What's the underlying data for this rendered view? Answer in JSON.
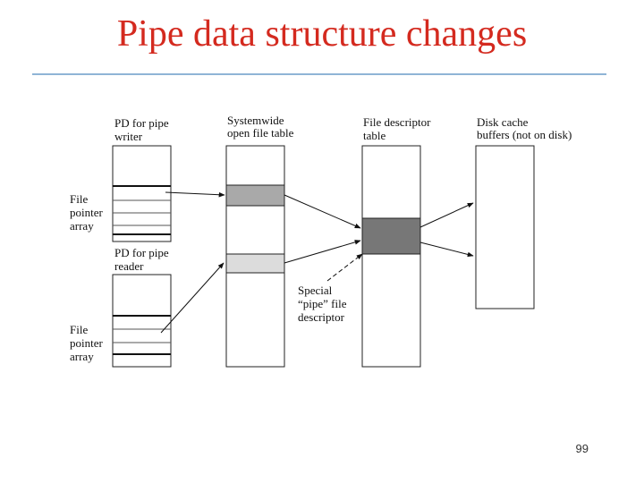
{
  "slide": {
    "title": "Pipe data structure changes",
    "page_number": "99"
  },
  "diagram": {
    "labels": {
      "pd_writer": [
        "PD for pipe",
        "writer"
      ],
      "pd_reader": [
        "PD for pipe",
        "reader"
      ],
      "file_pointer_array_top": [
        "File",
        "pointer",
        "array"
      ],
      "file_pointer_array_bottom": [
        "File",
        "pointer",
        "array"
      ],
      "systemwide_table": [
        "Systemwide",
        "open file table"
      ],
      "file_descriptor_table": [
        "File descriptor",
        "table"
      ],
      "disk_cache": [
        "Disk cache",
        "buffers (not on disk)"
      ],
      "special_descriptor": [
        "Special",
        "“pipe” file",
        "descriptor"
      ]
    },
    "colors": {
      "open_file_entry_writer": "#a9a9a9",
      "open_file_entry_reader": "#dcdcdc",
      "descriptor_entry": "#777777"
    }
  }
}
